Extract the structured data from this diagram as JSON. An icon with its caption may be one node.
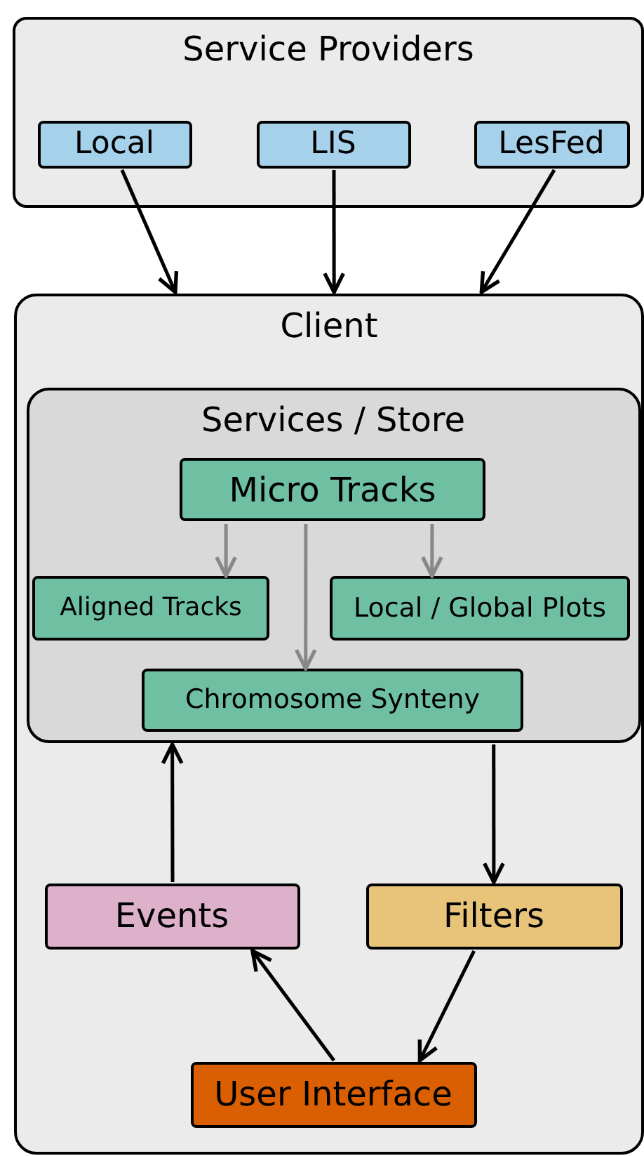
{
  "diagram": {
    "nodes": [
      {
        "text": [
          "Service Providers"
        ]
      },
      {
        "text": [
          "Local"
        ],
        "in": 0
      },
      {
        "text": [
          "LIS"
        ],
        "in": 0
      },
      {
        "text": [
          "LesFed"
        ],
        "in": 0
      },
      {
        "text": [
          "Client"
        ]
      },
      {
        "text": [
          "Services / Store"
        ],
        "in": 4
      },
      {
        "text": [
          "Micro Tracks"
        ],
        "in": 5
      },
      {
        "text": [
          "Aligned Tracks"
        ],
        "in": 5
      },
      {
        "text": [
          "Local / Global Plots"
        ],
        "in": 5
      },
      {
        "text": [
          "Chromosome Synteny"
        ],
        "in": 5
      },
      {
        "text": [
          "Events"
        ],
        "in": 4
      },
      {
        "text": [
          "Filters"
        ],
        "in": 4
      },
      {
        "text": [
          "User Interface"
        ],
        "in": 4
      }
    ],
    "edges": [
      {
        "from": 1,
        "to": 4,
        "arrow": "to"
      },
      {
        "from": 2,
        "to": 4,
        "arrow": "to"
      },
      {
        "from": 3,
        "to": 4,
        "arrow": "to"
      },
      {
        "from": 6,
        "to": 7,
        "arrow": "to",
        "color": "#888888"
      },
      {
        "from": 6,
        "to": 9,
        "arrow": "to",
        "color": "#888888"
      },
      {
        "from": 6,
        "to": 8,
        "arrow": "to",
        "color": "#888888"
      },
      {
        "from": 5,
        "to": 11,
        "arrow": "to"
      },
      {
        "from": 10,
        "to": 5,
        "arrow": "to"
      },
      {
        "from": 11,
        "to": 12,
        "arrow": "to"
      },
      {
        "from": 12,
        "to": 10,
        "arrow": "to"
      }
    ]
  }
}
